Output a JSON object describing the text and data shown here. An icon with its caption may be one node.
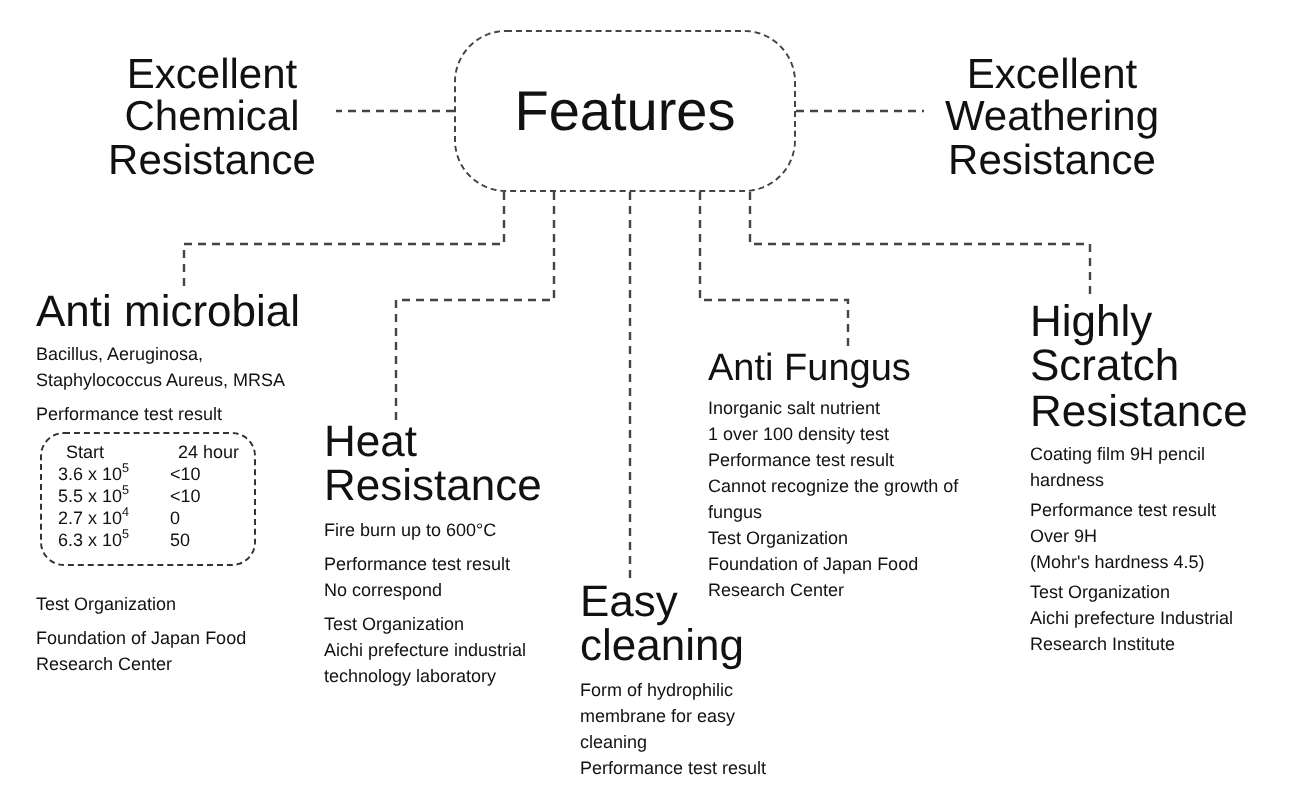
{
  "diagram": {
    "nodes": [
      {
        "text": [
          "Features"
        ]
      },
      {
        "text": [
          "Excellent Chemical Resistance"
        ]
      },
      {
        "text": [
          "Excellent Weathering Resistance"
        ]
      },
      {
        "text": [
          "Anti microbial",
          "Bacillus, Aeruginosa, Staphylococcus Aureus, MRSA",
          "Performance test result",
          "Test Organization",
          "Foundation of Japan Food Research Center"
        ]
      },
      {
        "text": [
          "Start",
          "24 hour",
          "3.6 x 10$^{5}$",
          "<10",
          "5.5 x 10$^{5}$",
          "<10",
          "2.7 x 10$^{4}$",
          "0",
          "6.3 x 10$^{5}$",
          "50"
        ]
      },
      {
        "text": [
          "Heat Resistance",
          "Fire burn up to 600°C",
          "Performance test result",
          "No correspond",
          "Test Organization",
          "Aichi prefecture industrial technology laboratory"
        ]
      },
      {
        "text": [
          "Easy cleaning",
          "Form of hydrophilic membrane for easy cleaning",
          "Performance test result"
        ]
      },
      {
        "text": [
          "Anti Fungus",
          "Inorganic salt nutrient",
          "1 over 100 density test",
          "Performance test result",
          "Cannot recognize the growth of fungus",
          "Test Organization",
          "Foundation of Japan Food Research Center"
        ]
      },
      {
        "text": [
          "Highly Scratch Resistance",
          "Coating film 9H pencil hardness",
          "Performance test result",
          "Over 9H",
          "(Mohr's hardness 4.5)",
          "Test Organization",
          "Aichi prefecture Industrial Research Institute"
        ]
      }
    ],
    "edges": [
      {
        "from": 0,
        "to": 1,
        "arrow": "none",
        "style": "dashed"
      },
      {
        "from": 0,
        "to": 2,
        "arrow": "none",
        "style": "dashed"
      },
      {
        "from": 0,
        "to": 3,
        "arrow": "none",
        "style": "dashed"
      },
      {
        "from": 0,
        "to": 5,
        "arrow": "none",
        "style": "dashed"
      },
      {
        "from": 0,
        "to": 6,
        "arrow": "none",
        "style": "dashed"
      },
      {
        "from": 0,
        "to": 7,
        "arrow": "none",
        "style": "dashed"
      },
      {
        "from": 0,
        "to": 8,
        "arrow": "none",
        "style": "dashed"
      }
    ]
  }
}
